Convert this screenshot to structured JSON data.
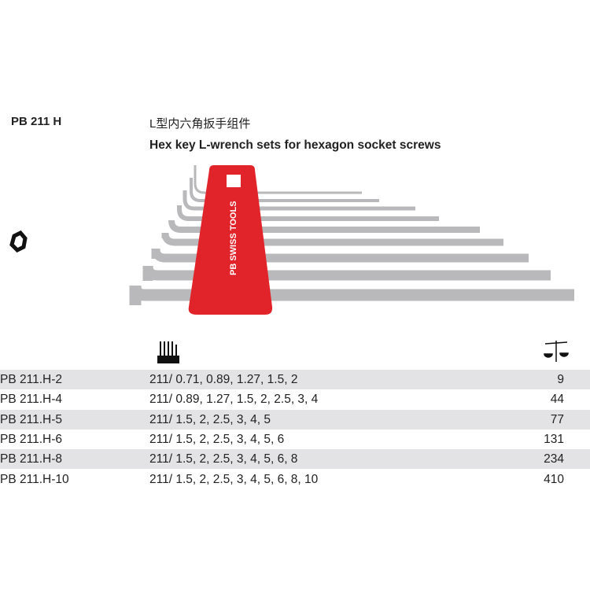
{
  "header": {
    "product_code": "PB 211 H",
    "title_cn": "L型内六角扳手组件",
    "title_en": "Hex key L-wrench sets for hexagon socket screws"
  },
  "holder": {
    "brand_text": "PB SWISS TOOLS",
    "color": "#e0242a"
  },
  "icons": {
    "profile": "hexagon-socket-icon",
    "sizes": "key-set-icon",
    "weight": "scale-icon"
  },
  "table": {
    "rows": [
      {
        "code": "PB 211.H-2",
        "sizes": "211/ 0.71, 0.89, 1.27, 1.5, 2",
        "weight": "9"
      },
      {
        "code": "PB 211.H-4",
        "sizes": "211/ 0.89, 1.27, 1.5, 2, 2.5, 3, 4",
        "weight": "44"
      },
      {
        "code": "PB 211.H-5",
        "sizes": "211/ 1.5, 2, 2.5, 3, 4, 5",
        "weight": "77"
      },
      {
        "code": "PB 211.H-6",
        "sizes": "211/ 1.5, 2, 2.5, 3, 4, 5, 6",
        "weight": "131"
      },
      {
        "code": "PB 211.H-8",
        "sizes": "211/ 1.5, 2, 2.5, 3, 4, 5, 6, 8",
        "weight": "234"
      },
      {
        "code": "PB 211.H-10",
        "sizes": "211/ 1.5, 2, 2.5, 3, 4, 5, 6, 8, 10",
        "weight": "410"
      }
    ]
  }
}
